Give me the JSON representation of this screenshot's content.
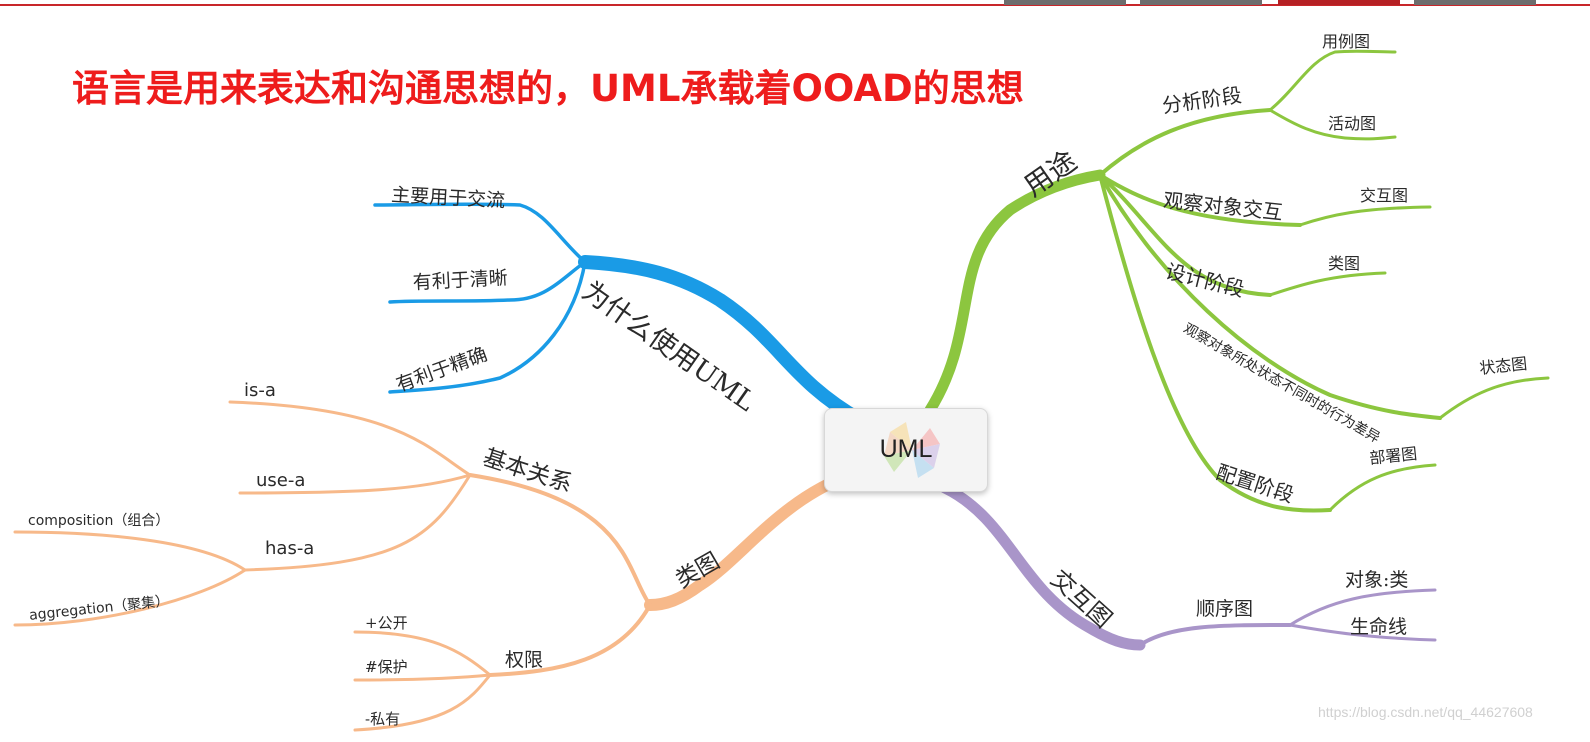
{
  "title": "语言是用来表达和沟通思想的，UML承载着OOAD的思想",
  "center": "UML",
  "colors": {
    "title": "#ee1c1c",
    "blue": "#1a9be6",
    "green": "#8cc63f",
    "orange": "#f7b98a",
    "purple": "#a995c9"
  },
  "branches": {
    "why": {
      "label": "为什么使用UML",
      "children": [
        "主要用于交流",
        "有利于清晰",
        "有利于精确"
      ]
    },
    "usage": {
      "label": "用途",
      "analysis": {
        "label": "分析阶段",
        "children": [
          "用例图",
          "活动图"
        ]
      },
      "observe_interaction": {
        "label": "观察对象交互",
        "children": [
          "交互图"
        ]
      },
      "design": {
        "label": "设计阶段",
        "children": [
          "类图"
        ]
      },
      "observe_state": {
        "label": "观察对象所处状态不同时的行为差异",
        "children": [
          "状态图"
        ]
      },
      "deploy": {
        "label": "配置阶段",
        "children": [
          "部署图"
        ]
      }
    },
    "class_diagram": {
      "label": "类图",
      "basic": {
        "label": "基本关系",
        "is_a": "is-a",
        "use_a": "use-a",
        "has_a": {
          "label": "has-a",
          "children": [
            "composition（组合）",
            "aggregation（聚集）"
          ]
        }
      },
      "access": {
        "label": "权限",
        "children": [
          "+公开",
          "#保护",
          "-私有"
        ]
      }
    },
    "interaction": {
      "label": "交互图",
      "sequence": {
        "label": "顺序图",
        "children": [
          "对象:类",
          "生命线"
        ]
      }
    }
  },
  "watermark": "https://blog.csdn.net/qq_44627608"
}
